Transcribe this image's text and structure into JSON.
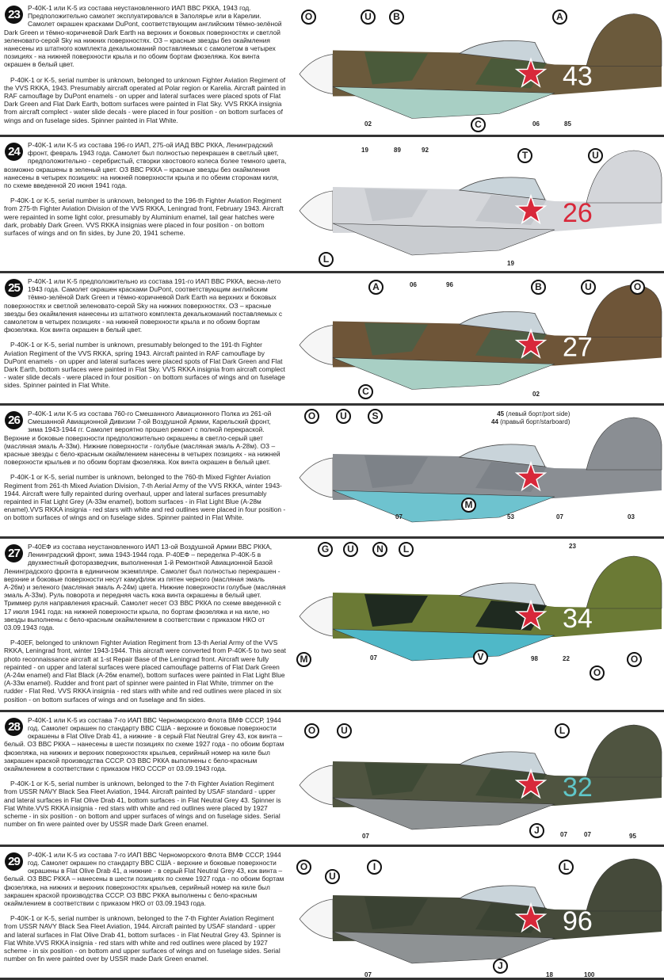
{
  "sections": [
    {
      "number": "23",
      "ru": "P-40K-1 или K-5 из состава неустановленного ИАП ВВС РККА, 1943 год. Предположительно самолет эксплуатировался в Заполярье или в Карелии. Самолет окрашен красками DuPont, соответствующим английским тёмно-зелёной Dark Green и тёмно-коричневой Dark Earth на верхних и боковых поверхностях и светлой зеленовато-серой Sky на нижних поверхностях. ОЗ – красные звезды без окаймления нанесены из штатного комплекта декалькоманий поставляемых с самолетом в четырех позициях - на нижней поверхности крыла и по обоим бортам фюзеляжа. Кок винта окрашен в белый цвет.",
      "en": "P-40K-1 or K-5, serial number is unknown, belonged to unknown Fighter Aviation Regiment of the VVS RKKA, 1943. Presumably aircraft operated at Polar region or Karelia. Aircraft painted in RAF camouflage by DuPont enamels - on upper and lateral surfaces were placed spots of Flat Dark Green and Flat Dark Earth, bottom surfaces were painted in Flat Sky. VVS RKKA insignia from aircraft complect - water slide decals - were placed in four position - on bottom surfaces of wings and on fuselage sides. Spinner painted in Flat White.",
      "fuselage_number": "43",
      "callouts": [
        "O",
        "U",
        "B",
        "A",
        "C"
      ],
      "numbers": [
        "02",
        "06",
        "85"
      ],
      "colors": {
        "base": "#6b5a3c",
        "camo": "#4a5a3a",
        "under": "#a8cfc4",
        "number": "#ffffff"
      }
    },
    {
      "number": "24",
      "ru": "P-40K-1 или K-5 из состава 196-го ИАП, 275-ой ИАД ВВС РККА, Ленинградский фронт, февраль 1943 года. Самолет был полностью перекрашен в светлый цвет, предположительно - серебристый, створки хвостового колеса более темного цвета, возможно окрашены в зеленый цвет. ОЗ ВВС РККА – красные звезды без окаймления нанесены в четырех позициях: на нижней поверхности крыла и по обеим сторонам киля, по схеме введенной 20 июня 1941 года.",
      "en": "P-40K-1 or K-5, serial number is unknown, belonged to the 196-th Fighter Aviation Regiment from 275-th Fighter Aviation Division of the VVS RKKA, Leningrad front, February 1943. Aircraft were repainted in some light color, presumably by Aluminium enamel, tail gear hatches were dark, probably Dark Green. VVS RKKA insignias were placed in four position - on bottom surfaces of wings and on fin sides, by June 20, 1941 scheme.",
      "fuselage_number": "26",
      "callouts": [
        "T",
        "U",
        "L"
      ],
      "numbers": [
        "19",
        "89",
        "92",
        "19"
      ],
      "colors": {
        "base": "#d4d6da",
        "camo": "#c4c7cc",
        "under": "#c9ccd0",
        "number": "#d8283a"
      }
    },
    {
      "number": "25",
      "ru": "P-40K-1 или K-5 предположительно из состава 191-го ИАП ВВС РККА, весна-лето 1943 года. Самолет окрашен красками DuPont, соответствующим английским тёмно-зелёной Dark Green и тёмно-коричневой Dark Earth на верхних и боковых поверхностях и светлой зеленовато-серой Sky на нижних поверхностях. ОЗ – красные звезды без окаймления нанесены из штатного комплекта декалькоманий поставляемых с самолетом в четырех позициях - на нижней поверхности крыла и по обоим бортам фюзеляжа. Кок винта окрашен в белый цвет.",
      "en": "P-40K-1 or K-5, serial number is unknown, presumably belonged to the 191-th Fighter Aviation Regiment of the VVS RKKA, spring 1943. Aircraft painted in RAF camouflage by DuPont enamels - on upper and lateral surfaces were placed spots of Flat Dark Green and Flat Dark Earth, bottom surfaces were painted in Flat Sky. VVS RKKA insignia from aircraft complect - water slide decals - were placed in four position - on bottom surfaces of wings and on fuselage sides. Spinner painted in Flat White.",
      "fuselage_number": "27",
      "callouts": [
        "A",
        "B",
        "U",
        "O",
        "C"
      ],
      "numbers": [
        "06",
        "96",
        "02"
      ],
      "colors": {
        "base": "#6e5538",
        "camo": "#4f5e45",
        "under": "#a8cfc4",
        "number": "#ffffff"
      }
    },
    {
      "number": "26",
      "ru": "P-40K-1 или K-5 из состава 760-го Смешанного Авиационного Полка из 261-ой Смешанной Авиационной Дивизии 7-ой Воздушной Армии, Карельский фронт, зима 1943-1944 гг. Самолет вероятно прошел ремонт с полной перекраской. Верхние и боковые поверхности предположительно окрашены в светло-серый цвет (масляная эмаль А-33м). Нижние поверхности - голубые (масляная эмаль А-28м). ОЗ – красные звезды с бело-красным окаймлением нанесены в четырех позициях - на нижней поверхности крыльев и по обоим бортам фюзеляжа. Кок винта окрашен в белый цвет.",
      "en": "P-40K-1 or K-5, serial number is unknown, belonged to the 760-th Mixed Fighter Aviation Regiment from 261-th Mixed Aviation Division, 7-th Aerial Army of the VVS RKKA, winter 1943-1944. Aircraft were fully repainted during overhaul, upper and lateral surfaces presumably repainted in Flat Light Grey (A-33м enamel), bottom surfaces - in Flat Light Blue (A-28м enamel).VVS RKKA insignia - red stars with white and red outlines were placed in four position - on bottom surfaces of wings and on fuselage sides. Spinner painted in Flat White.",
      "fuselage_number": "",
      "callouts": [
        "O",
        "U",
        "S",
        "M"
      ],
      "numbers": [
        "07",
        "53",
        "07",
        "03"
      ],
      "fin_note": {
        "port_number": "45",
        "port_label": "(левый борт/port side)",
        "starboard_number": "44",
        "starboard_label": "(правый борт/starboard)"
      },
      "colors": {
        "base": "#8a8e93",
        "camo": "#7d8288",
        "under": "#6ec3cf",
        "number": "#ffffff"
      }
    },
    {
      "number": "27",
      "ru": "P-40EФ из состава неустановленного ИАП 13-ой Воздушной Армии ВВС РККА, Ленинградский фронт, зима 1943-1944 года. P-40EФ – переделка P-40K-5 в двухместный фоторазведчик, выполненная 1-й Ремонтной Авиационной Базой Ленинградского фронта в единичном экземпляре. Самолет был полностью перекрашен - верхние и боковые поверхности несут камуфляж из пятен черного (масляная эмаль А-26м) и зеленого (масляная эмаль А-24м) цвета. Нижние поверхности голубые (масляная эмаль А-33м). Руль поворота и передняя часть кока винта окрашены в белый цвет. Триммер руля направления красный. Самолет несет ОЗ ВВС РККА по схеме введенной с 17 июля 1941 года: на нижней поверхности крыла, по бортам фюзеляжа и на киле, но звезды выполнены с бело-красным окаймлением в соответствии с приказом НКО от 03.09.1943 года.",
      "en": "P-40EF, belonged to unknown Fighter Aviation Regiment from 13-th Aerial Army of the VVS RKKA, Leningrad front, winter 1943-1944. This aircraft were converted from P-40K-5 to two seat photo reconnaissance aircraft at 1-st Repair Base of the Leningrad front. Aircraft were fully repainted - on upper and lateral surfaces were placed camouflage patterns of Flat Dark Green (A-24м enamel) and Flat Black (A-26м enamel), bottom surfaces were painted in Flat Light Blue (A-33м enamel). Rudder and front part of spinner were painted in Flat White, trimmer on the rudder - Flat Red. VVS RKKA insignia - red stars with white and red outlines were placed in six position - on bottom surfaces of wings and on fuselage and fin sides.",
      "fuselage_number": "34",
      "callouts": [
        "G",
        "U",
        "N",
        "L",
        "O",
        "M",
        "O",
        "V"
      ],
      "numbers": [
        "23",
        "07",
        "98",
        "22"
      ],
      "colors": {
        "base": "#6b7a35",
        "camo": "#1f2a20",
        "under": "#4fb8c8",
        "number": "#ffffff"
      }
    },
    {
      "number": "28",
      "ru": "P-40K-1 или K-5 из состава 7-го ИАП ВВС Черноморского Флота ВМФ СССР, 1944 год. Самолет окрашен по стандарту ВВС США - верхние и боковые поверхности окрашены в Flat Olive Drab 41, а нижние - в серый Flat Neutral Grey 43, кок винта – белый. ОЗ ВВС РККА – нанесены в шести позициях по схеме 1927 года - по обоим бортам фюзеляжа, на нижних и верхних поверхностях крыльев, серийный номер на киле был закрашен краской производства СССР. ОЗ ВВС РККА выполнены с бело-красным окаймлением в соответствии с приказом НКО СССР от 03.09.1943 года.",
      "en": "P-40K-1 or K-5, serial number is unknown, belonged to the 7-th Fighter Aviation Regiment from USSR NAVY Black Sea Fleet Aviation, 1944. Aircraft painted by USAF standard - upper and lateral surfaces in Flat Olive Drab 41, bottom surfaces - in Flat Neutral Grey 43. Spinner is Flat White.VVS RKKA insignia - red stars with white and red outlines were placed by 1927 scheme - in six position - on bottom and upper surfaces of wings and on fuselage sides. Serial number on fin were painted over by USSR made Dark Green enamel.",
      "fuselage_number": "32",
      "callouts": [
        "O",
        "U",
        "L",
        "J"
      ],
      "numbers": [
        "07",
        "07",
        "95",
        "07"
      ],
      "colors": {
        "base": "#4f5440",
        "camo": "#3f4a36",
        "under": "#8e9294",
        "number": "#5fc6c8"
      }
    },
    {
      "number": "29",
      "ru": "P-40K-1 или K-5 из состава 7-го ИАП ВВС Черноморского Флота ВМФ СССР, 1944 год. Самолет окрашен по стандарту ВВС США - верхние и боковые поверхности окрашены в Flat Olive Drab 41, а нижние - в серый Flat Neutral Grey 43, кок винта – белый. ОЗ ВВС РККА – нанесены в шести позициях по схеме 1927 года - по обоим бортам фюзеляжа, на нижних и верхних поверхностях крыльев, серийный номер на киле был закрашен краской производства СССР. ОЗ ВВС РККА выполнены с бело-красным окаймлением в соответствии с приказом НКО от 03.09.1943 года.",
      "en": "P-40K-1 or K-5, serial number is unknown, belonged to the 7-th Fighter Aviation Regiment from USSR NAVY Black Sea Fleet Aviation, 1944. Aircraft painted by USAF standard - upper and lateral surfaces in Flat Olive Drab 41, bottom surfaces - in Flat Neutral Grey 43. Spinner is Flat White.VVS RKKA insignia - red stars with white and red outlines were placed by 1927 scheme - in six position - on bottom and upper surfaces of wings and on fuselage sides. Serial number on fin were painted over by USSR made Dark Green enamel.",
      "fuselage_number": "96",
      "callouts": [
        "O",
        "U",
        "I",
        "L",
        "J"
      ],
      "numbers": [
        "07",
        "18",
        "100"
      ],
      "colors": {
        "base": "#454a3a",
        "camo": "#3a4233",
        "under": "#8e9294",
        "number": "#ffffff"
      }
    }
  ]
}
